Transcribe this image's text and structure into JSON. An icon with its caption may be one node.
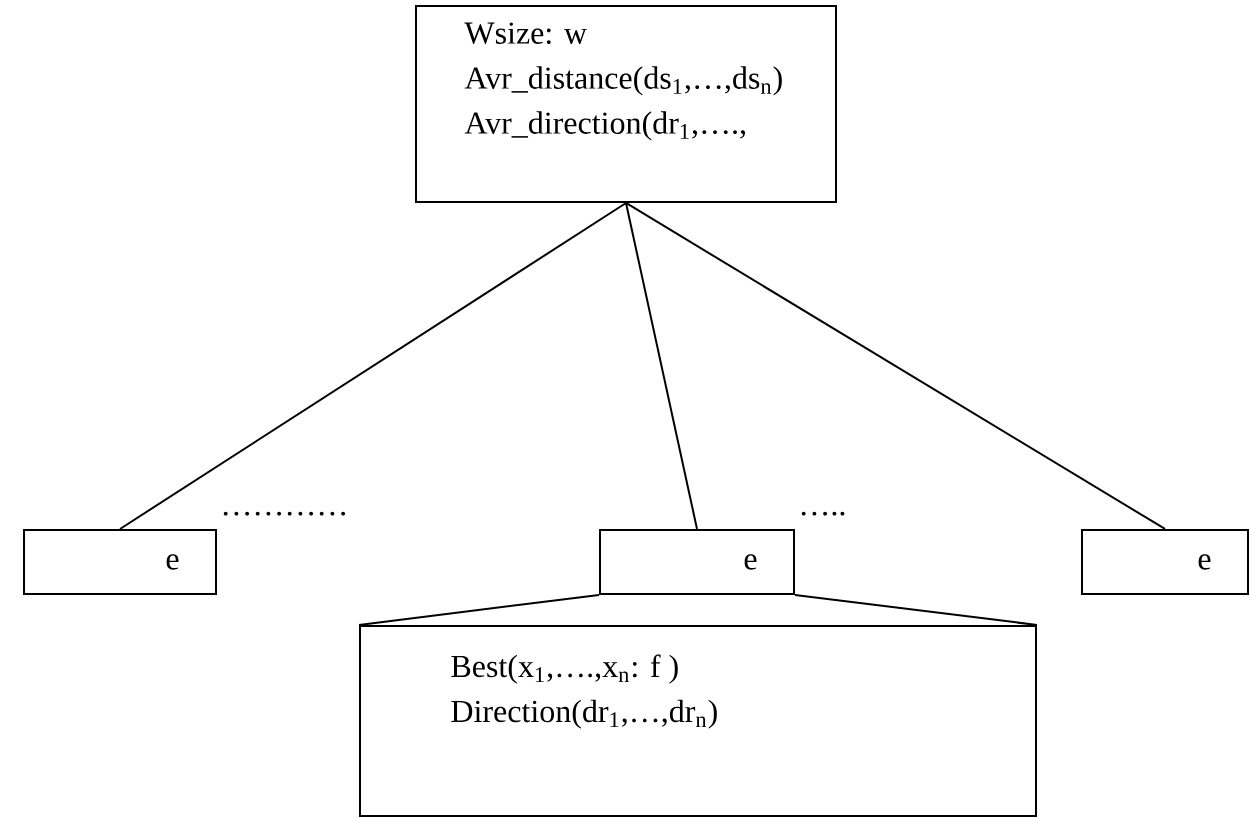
{
  "diagram": {
    "nodes": [
      {
        "text": [
          "Wsize: w",
          "Avr_distance(ds$_{1}$,…,ds$_{n}$)",
          "Avr_direction(dr$_{1}$,….,"
        ]
      },
      {
        "text": [
          "e"
        ]
      },
      {
        "text": [
          "e"
        ]
      },
      {
        "text": [
          "e"
        ]
      },
      {
        "text": [
          "Best(x$_{1}$,….,x$_{n}$: f )",
          "Direction(dr$_{1}$,…,dr$_{n}$)"
        ]
      }
    ],
    "edges": [
      {
        "from": 0,
        "to": 1,
        "arrow": "none"
      },
      {
        "from": 0,
        "to": 2,
        "arrow": "none"
      },
      {
        "from": 0,
        "to": 3,
        "arrow": "none"
      },
      {
        "from": 2,
        "to": 4,
        "arrow": "none"
      }
    ],
    "labels": [
      "…………",
      "….."
    ]
  }
}
